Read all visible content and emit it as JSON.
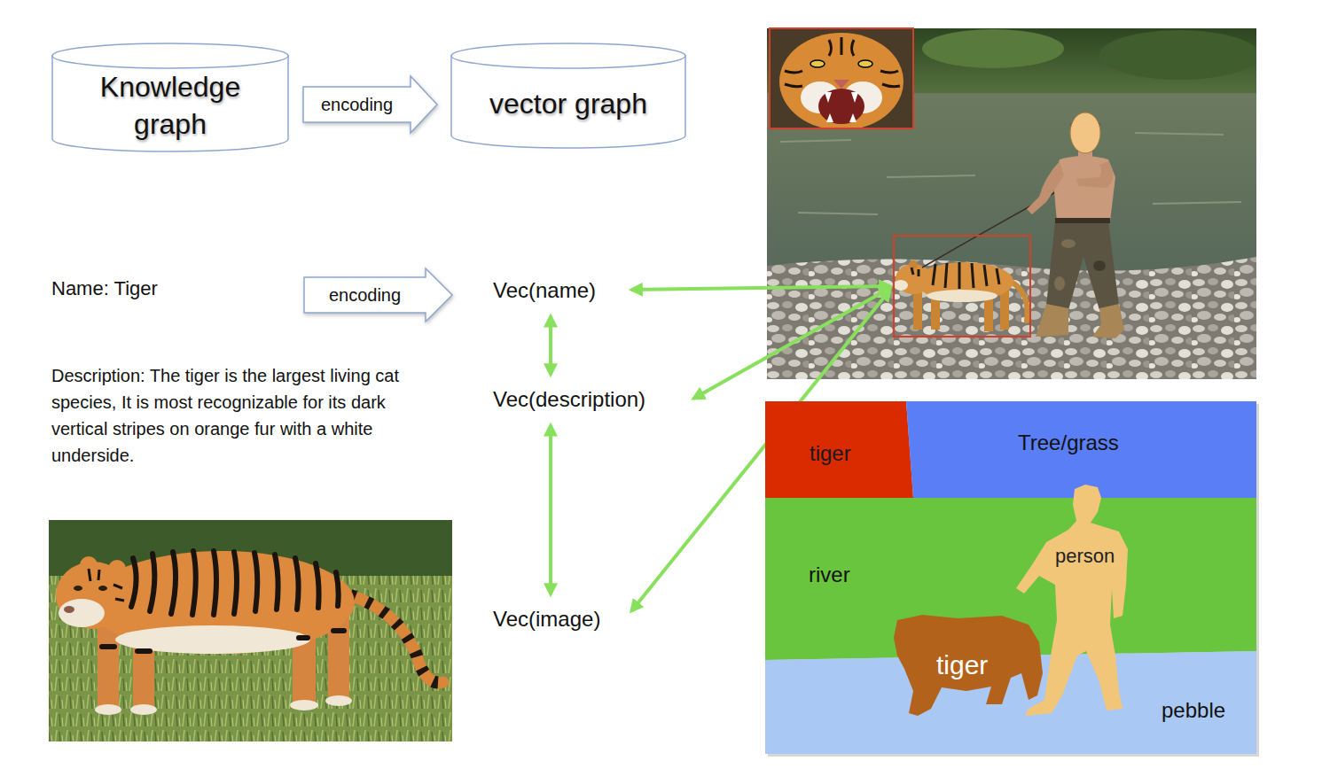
{
  "diagram": {
    "nodes": [
      {
        "text": [
          "Knowledge graph"
        ]
      },
      {
        "text": [
          "vector graph"
        ]
      },
      {
        "text": [
          "Name: Tiger"
        ]
      },
      {
        "text": [
          "Vec(name)"
        ]
      },
      {
        "text": [
          "Vec(description)"
        ]
      },
      {
        "text": [
          "Vec(image)"
        ]
      },
      {
        "text": [
          "tiger"
        ]
      },
      {
        "text": [
          "Tree/grass"
        ]
      },
      {
        "text": [
          "river"
        ]
      },
      {
        "text": [
          "person"
        ]
      },
      {
        "text": [
          "tiger"
        ]
      },
      {
        "text": [
          "pebble"
        ]
      }
    ],
    "edges": [
      {
        "from": 0,
        "to": 1,
        "arrow": "to",
        "label": "encoding"
      },
      {
        "from": 2,
        "to": 3,
        "arrow": "to",
        "label": "encoding"
      },
      {
        "from": 3,
        "to": 4,
        "arrow": "both"
      },
      {
        "from": 4,
        "to": 5,
        "arrow": "both"
      }
    ],
    "labels": [
      "Description: The tiger is the largest living cat species, It is most recognizable for its dark vertical stripes on orange fur with a white underside."
    ]
  }
}
